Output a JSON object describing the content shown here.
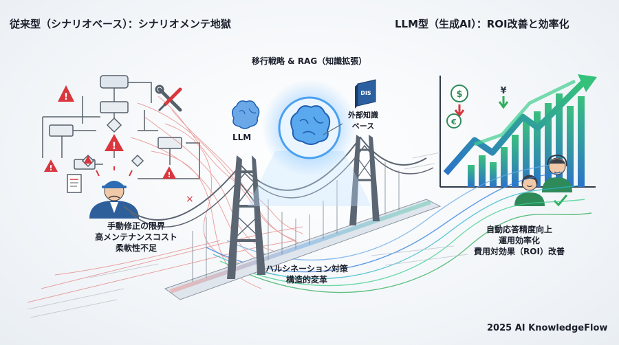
{
  "header": {
    "left_title": "従来型（シナリオベース）：シナリオメンテ地獄",
    "right_title": "LLM型（生成AI）：ROI改善と効率化"
  },
  "center": {
    "strategy_title": "移行戦略 & RAG（知識拡張）",
    "llm_label": "LLM",
    "knowledge_base": [
      "外部知識",
      "ベース"
    ],
    "book_label": "DIS",
    "notes": [
      "ハルシネーション対策",
      "構造的変革"
    ]
  },
  "left": {
    "issues": [
      "手動修正の限界",
      "高メンテナンスコスト",
      "柔軟性不足"
    ]
  },
  "right": {
    "benefits": [
      "自動応答精度向上",
      "運用効率化",
      "費用対効果（ROI）改善"
    ],
    "currency_symbols": [
      "$",
      "¥",
      "€"
    ]
  },
  "footer": {
    "brand": "2025 AI KnowledgeFlow"
  },
  "colors": {
    "warning_red": "#d9363e",
    "bridge_gray": "#5c6672",
    "brain_blue": "#2f7de0",
    "growth_green": "#2fae5b",
    "flow_teal": "#29b6c8",
    "chart_blue": "#2b73c7"
  }
}
